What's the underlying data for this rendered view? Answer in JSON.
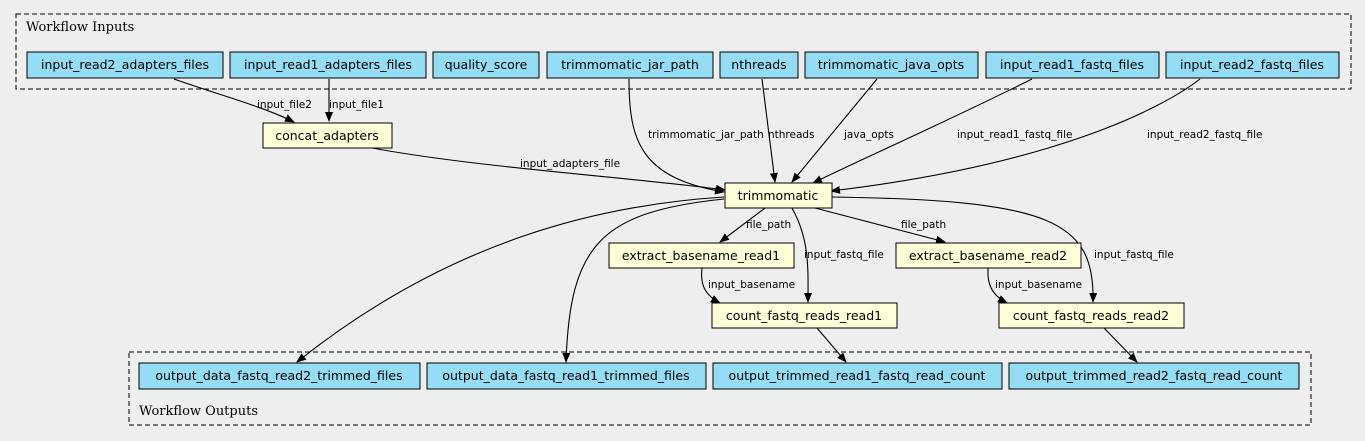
{
  "clusters": {
    "inputs": {
      "label": "Workflow Inputs"
    },
    "outputs": {
      "label": "Workflow Outputs"
    }
  },
  "nodes": {
    "in_r2_adapters": "input_read2_adapters_files",
    "in_r1_adapters": "input_read1_adapters_files",
    "quality_score": "quality_score",
    "jar_path": "trimmomatic_jar_path",
    "nthreads": "nthreads",
    "java_opts": "trimmomatic_java_opts",
    "r1_fastq": "input_read1_fastq_files",
    "r2_fastq": "input_read2_fastq_files",
    "concat_adapters": "concat_adapters",
    "trimmomatic": "trimmomatic",
    "extract_r1": "extract_basename_read1",
    "extract_r2": "extract_basename_read2",
    "count_r1": "count_fastq_reads_read1",
    "count_r2": "count_fastq_reads_read2",
    "out_r2_trimmed": "output_data_fastq_read2_trimmed_files",
    "out_r1_trimmed": "output_data_fastq_read1_trimmed_files",
    "out_r1_count": "output_trimmed_read1_fastq_read_count",
    "out_r2_count": "output_trimmed_read2_fastq_read_count"
  },
  "edge_labels": {
    "input_file2": "input_file2",
    "input_file1": "input_file1",
    "input_adapters_file": "input_adapters_file",
    "trimmomatic_jar_path": "trimmomatic_jar_path",
    "nthreads": "nthreads",
    "java_opts": "java_opts",
    "input_read1_fastq_file": "input_read1_fastq_file",
    "input_read2_fastq_file": "input_read2_fastq_file",
    "file_path_1": "file_path",
    "file_path_2": "file_path",
    "input_fastq_file_1": "input_fastq_file",
    "input_fastq_file_2": "input_fastq_file",
    "input_basename_1": "input_basename",
    "input_basename_2": "input_basename"
  }
}
